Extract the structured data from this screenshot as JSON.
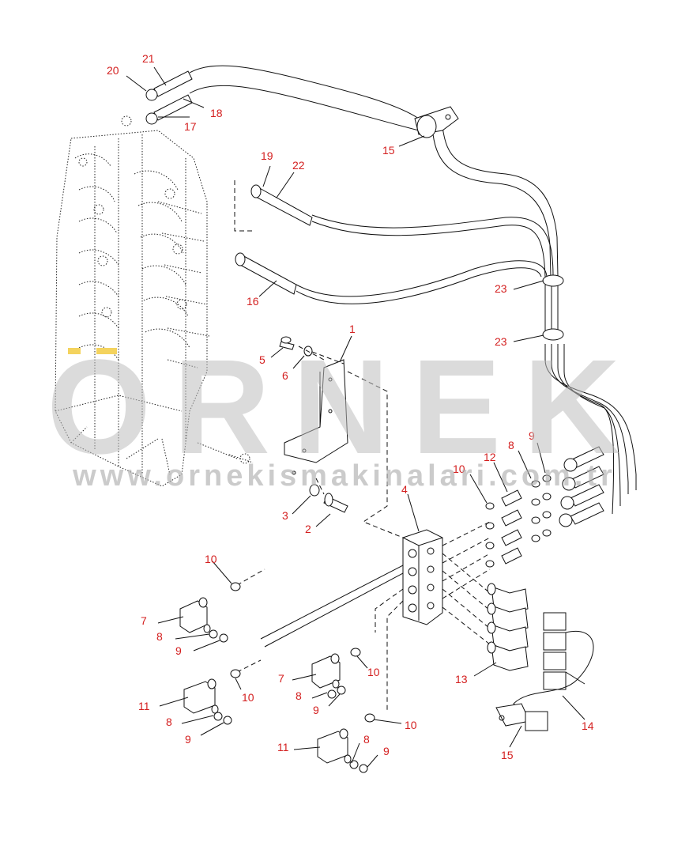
{
  "watermark": {
    "brand": "ORNEK",
    "url": "www.ornekismakinalari.com.tr"
  },
  "colors": {
    "callout": "#d42020",
    "line": "#111111",
    "watermark": "#bebebe",
    "highlight": "#f4d35e"
  },
  "callouts": {
    "c1": "1",
    "c2": "2",
    "c3": "3",
    "c4": "4",
    "c5": "5",
    "c6": "6",
    "c7a": "7",
    "c7b": "7",
    "c8a": "8",
    "c8b": "8",
    "c8c": "8",
    "c8d": "8",
    "c8e": "8",
    "c9a": "9",
    "c9b": "9",
    "c9c": "9",
    "c9d": "9",
    "c9e": "9",
    "c10a": "10",
    "c10b": "10",
    "c10c": "10",
    "c10d": "10",
    "c10e": "10",
    "c11a": "11",
    "c11b": "11",
    "c12": "12",
    "c13": "13",
    "c14": "14",
    "c15a": "15",
    "c15b": "15",
    "c16": "16",
    "c17": "17",
    "c18": "18",
    "c19": "19",
    "c20": "20",
    "c21": "21",
    "c22": "22",
    "c23a": "23",
    "c23b": "23"
  }
}
